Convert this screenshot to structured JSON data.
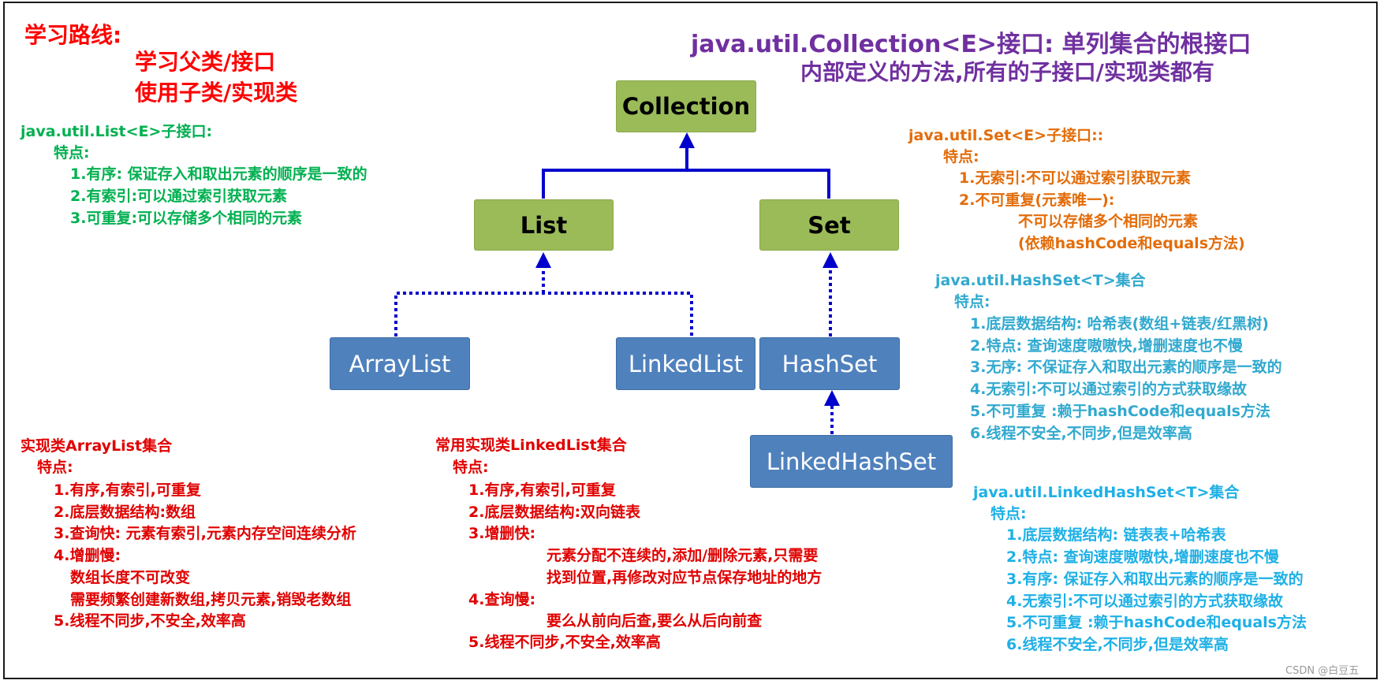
{
  "route": {
    "title": "学习路线:",
    "line1": "学习父类/接口",
    "line2": "使用子类/实现类"
  },
  "collection_note": {
    "line1": "java.util.Collection<E>接口: 单列集合的根接口",
    "line2": "内部定义的方法,所有的子接口/实现类都有"
  },
  "nodes": {
    "collection": "Collection",
    "list": "List",
    "set": "Set",
    "arraylist": "ArrayList",
    "linkedlist": "LinkedList",
    "hashset": "HashSet",
    "linkedhashset": "LinkedHashSet"
  },
  "list_note": {
    "title": "java.util.List<E>子接口:",
    "sub": "特点:",
    "items": [
      "1.有序: 保证存入和取出元素的顺序是一致的",
      "2.有索引:可以通过索引获取元素",
      "3.可重复:可以存储多个相同的元素"
    ]
  },
  "set_note": {
    "title": "java.util.Set<E>子接口::",
    "sub": "特点:",
    "items": [
      "1.无索引:不可以通过索引获取元素",
      "2.不可重复(元素唯一):",
      "不可以存储多个相同的元素",
      "(依赖hashCode和equals方法)"
    ]
  },
  "hashset_note": {
    "title": "java.util.HashSet<T>集合",
    "sub": "特点:",
    "items": [
      "1.底层数据结构: 哈希表(数组+链表/红黑树)",
      "2.特点: 查询速度嗷嗷快,增删速度也不慢",
      "3.无序: 不保证存入和取出元素的顺序是一致的",
      "4.无索引:不可以通过索引的方式获取缘故",
      "5.不可重复 :赖于hashCode和equals方法",
      "6.线程不安全,不同步,但是效率高"
    ]
  },
  "linkedhashset_note": {
    "title": "java.util.LinkedHashSet<T>集合",
    "sub": "特点:",
    "items": [
      "1.底层数据结构: 链表表+哈希表",
      "2.特点: 查询速度嗷嗷快,增删速度也不慢",
      "3.有序: 保证存入和取出元素的顺序是一致的",
      "4.无索引:不可以通过索引的方式获取缘故",
      "5.不可重复 :赖于hashCode和equals方法",
      "6.线程不安全,不同步,但是效率高"
    ]
  },
  "arraylist_note": {
    "title": "实现类ArrayList集合",
    "sub": "特点:",
    "items": [
      "1.有序,有索引,可重复",
      "2.底层数据结构:数组",
      "3.查询快: 元素有索引,元素内存空间连续分析",
      "4.增删慢:",
      "数组长度不可改变",
      "需要频繁创建新数组,拷贝元素,销毁老数组",
      "5.线程不同步,不安全,效率高"
    ]
  },
  "linkedlist_note": {
    "title": "常用实现类LinkedList集合",
    "sub": "特点:",
    "items": [
      "1.有序,有索引,可重复",
      "2.底层数据结构:双向链表",
      "3.增删快:",
      "元素分配不连续的,添加/删除元素,只需要",
      "找到位置,再修改对应节点保存地址的地方",
      "4.查询慢:",
      "要么从前向后查,要么从后向前查",
      "5.线程不同步,不安全,效率高"
    ]
  },
  "watermark": "CSDN @白豆五",
  "colors": {
    "green_node": "#9bbb59",
    "blue_node": "#4f81bd",
    "connector": "#0000cc",
    "red_text": "#ff0000",
    "purple_text": "#7030a0",
    "green_text": "#00b050",
    "orange_text": "#e36c09",
    "cyan_text": "#31a9cf"
  }
}
